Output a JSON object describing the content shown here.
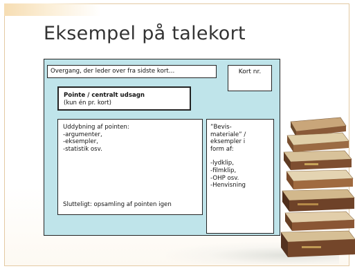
{
  "slide": {
    "title": "Eksempel på talekort"
  },
  "card": {
    "transition": "Overgang, der leder over fra sidste kort…",
    "card_number": "Kort nr.",
    "pointe": {
      "heading": "Pointe / centralt udsagn",
      "note": "(kun én pr. kort)"
    },
    "elaboration": {
      "lines": [
        "Uddybning af pointen:",
        "-argumenter,",
        "-eksempler,",
        "-statistik osv."
      ],
      "conclusion": "Slutteligt: opsamling af pointen igen"
    },
    "evidence": {
      "intro": [
        "”Bevis-",
        "materiale” /",
        "eksempler i",
        "form af:"
      ],
      "items": [
        "-lydklip,",
        "-filmklip,",
        "-OHP osv.",
        "-Henvisning"
      ]
    }
  },
  "colors": {
    "card_background": "#bfe4ea",
    "accent_border": "#e3c9a2"
  },
  "icons": [
    "book-stack-illustration"
  ]
}
